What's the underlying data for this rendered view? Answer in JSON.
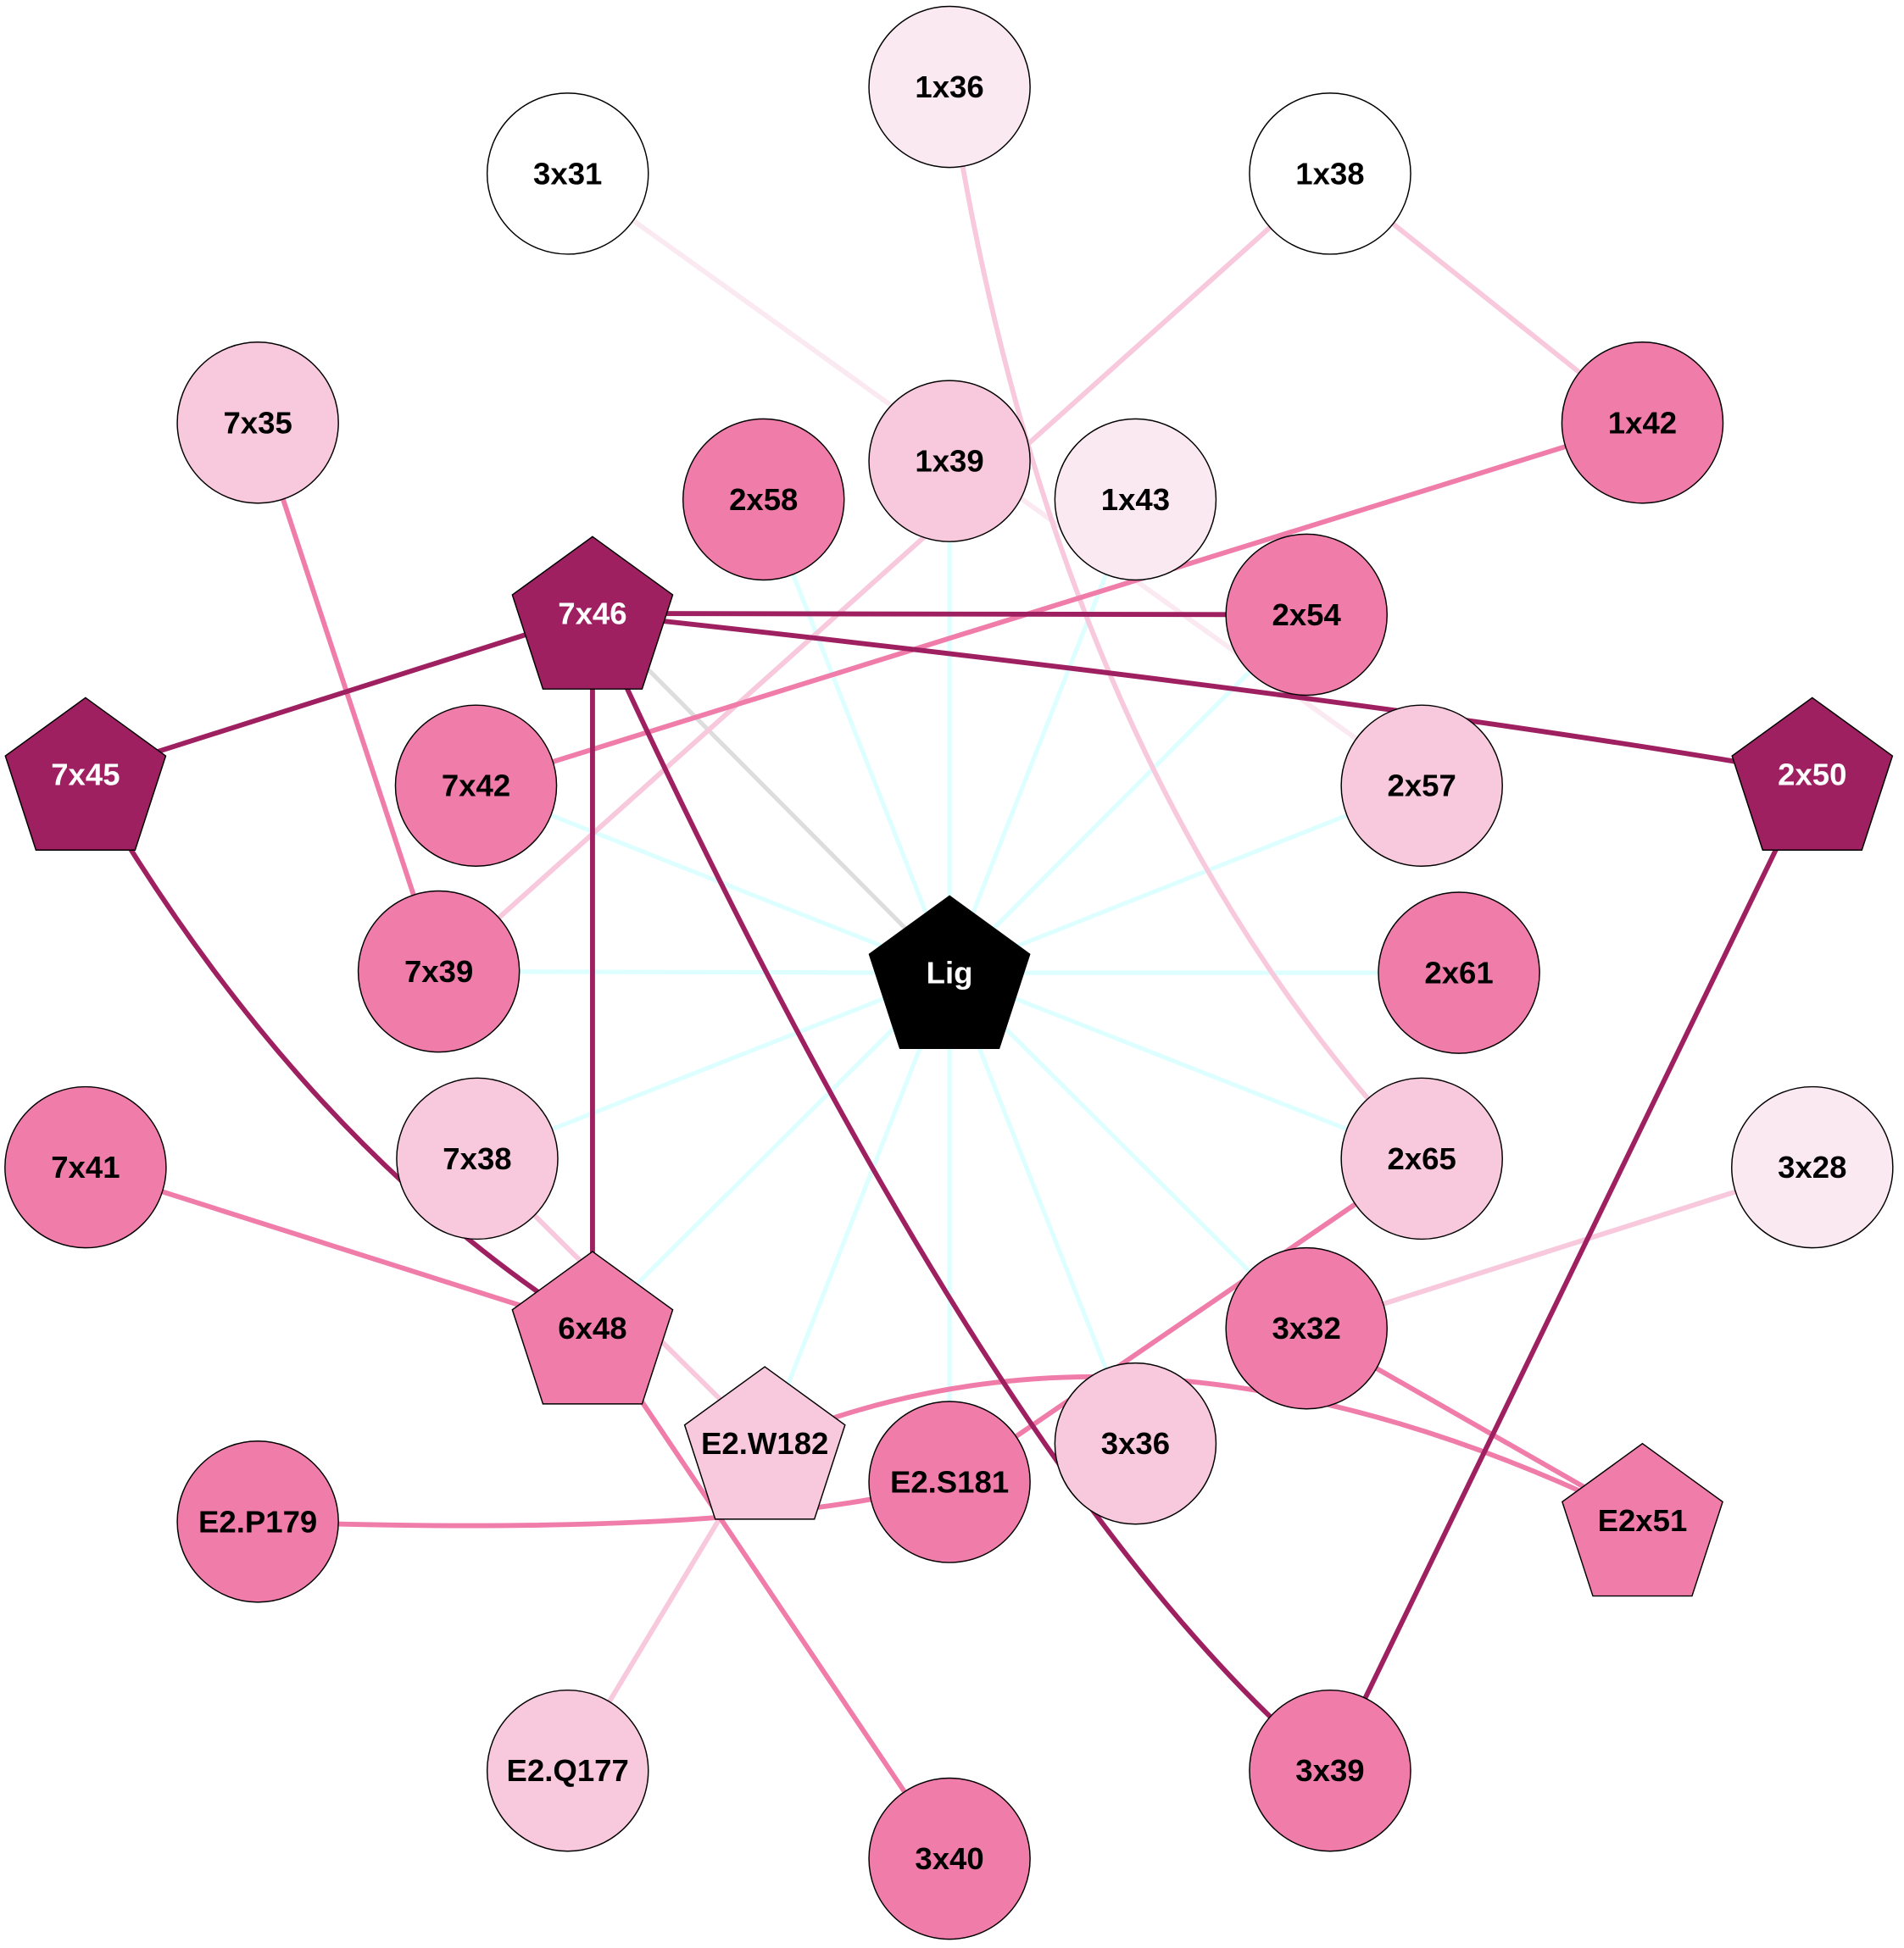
{
  "colors": {
    "dark": "#9e2060",
    "medium": "#f07caa",
    "light": "#f8c8dc",
    "pale": "#fbe9f2",
    "white": "#ffffff",
    "ligand": "#000000",
    "ligand_edge": "#ddffff",
    "gray_edge": "#dddddd"
  },
  "nodes": [
    {
      "id": "Lig",
      "shape": "pentagon",
      "tone": "ligand"
    },
    {
      "id": "1x36",
      "shape": "circle",
      "tone": "pale"
    },
    {
      "id": "3x31",
      "shape": "circle",
      "tone": "white"
    },
    {
      "id": "1x38",
      "shape": "circle",
      "tone": "white"
    },
    {
      "id": "7x35",
      "shape": "circle",
      "tone": "light"
    },
    {
      "id": "1x42",
      "shape": "circle",
      "tone": "medium"
    },
    {
      "id": "2x58",
      "shape": "circle",
      "tone": "medium"
    },
    {
      "id": "1x39",
      "shape": "circle",
      "tone": "light"
    },
    {
      "id": "1x43",
      "shape": "circle",
      "tone": "pale"
    },
    {
      "id": "7x46",
      "shape": "pentagon",
      "tone": "dark"
    },
    {
      "id": "2x54",
      "shape": "circle",
      "tone": "medium"
    },
    {
      "id": "7x45",
      "shape": "pentagon",
      "tone": "dark"
    },
    {
      "id": "7x42",
      "shape": "circle",
      "tone": "medium"
    },
    {
      "id": "2x57",
      "shape": "circle",
      "tone": "light"
    },
    {
      "id": "2x50",
      "shape": "pentagon",
      "tone": "dark"
    },
    {
      "id": "7x39",
      "shape": "circle",
      "tone": "medium"
    },
    {
      "id": "2x61",
      "shape": "circle",
      "tone": "medium"
    },
    {
      "id": "7x41",
      "shape": "circle",
      "tone": "medium"
    },
    {
      "id": "7x38",
      "shape": "circle",
      "tone": "light"
    },
    {
      "id": "2x65",
      "shape": "circle",
      "tone": "light"
    },
    {
      "id": "3x28",
      "shape": "circle",
      "tone": "pale"
    },
    {
      "id": "6x48",
      "shape": "pentagon",
      "tone": "medium"
    },
    {
      "id": "3x32",
      "shape": "circle",
      "tone": "medium"
    },
    {
      "id": "E2.W182",
      "shape": "pentagon",
      "tone": "light"
    },
    {
      "id": "3x36",
      "shape": "circle",
      "tone": "light"
    },
    {
      "id": "E2.S181",
      "shape": "circle",
      "tone": "medium"
    },
    {
      "id": "E2x51",
      "shape": "pentagon",
      "tone": "medium"
    },
    {
      "id": "E2.P179",
      "shape": "circle",
      "tone": "medium"
    },
    {
      "id": "E2.Q177",
      "shape": "circle",
      "tone": "light"
    },
    {
      "id": "3x39",
      "shape": "circle",
      "tone": "medium"
    },
    {
      "id": "3x40",
      "shape": "circle",
      "tone": "medium"
    }
  ],
  "edges": [
    [
      "Lig",
      "2x58",
      "ligand_edge"
    ],
    [
      "Lig",
      "1x39",
      "ligand_edge"
    ],
    [
      "Lig",
      "1x43",
      "ligand_edge"
    ],
    [
      "Lig",
      "2x54",
      "ligand_edge"
    ],
    [
      "Lig",
      "2x57",
      "ligand_edge"
    ],
    [
      "Lig",
      "2x61",
      "ligand_edge"
    ],
    [
      "Lig",
      "2x65",
      "ligand_edge"
    ],
    [
      "Lig",
      "3x32",
      "ligand_edge"
    ],
    [
      "Lig",
      "3x36",
      "ligand_edge"
    ],
    [
      "Lig",
      "E2.S181",
      "ligand_edge"
    ],
    [
      "Lig",
      "E2.W182",
      "ligand_edge"
    ],
    [
      "Lig",
      "6x48",
      "ligand_edge"
    ],
    [
      "Lig",
      "7x38",
      "ligand_edge"
    ],
    [
      "Lig",
      "7x39",
      "ligand_edge"
    ],
    [
      "Lig",
      "7x42",
      "ligand_edge"
    ],
    [
      "Lig",
      "7x46",
      "gray_edge"
    ],
    [
      "3x31",
      "2x57",
      "pale"
    ],
    [
      "1x38",
      "1x42",
      "light"
    ],
    [
      "1x38",
      "7x39",
      "light"
    ],
    [
      "1x36",
      "2x65",
      "light"
    ],
    [
      "3x28",
      "3x32",
      "light"
    ],
    [
      "7x38",
      "E2.W182",
      "light"
    ],
    [
      "E2.W182",
      "E2.Q177",
      "light"
    ],
    [
      "7x35",
      "7x39",
      "medium"
    ],
    [
      "7x42",
      "1x42",
      "medium"
    ],
    [
      "7x41",
      "6x48",
      "medium"
    ],
    [
      "6x48",
      "3x40",
      "medium"
    ],
    [
      "2x65",
      "E2.S181",
      "medium"
    ],
    [
      "E2.W182",
      "E2x51",
      "medium"
    ],
    [
      "3x32",
      "E2x51",
      "medium"
    ],
    [
      "E2.P179",
      "E2.S181",
      "medium"
    ],
    [
      "7x46",
      "2x54",
      "dark"
    ],
    [
      "7x46",
      "7x45",
      "dark"
    ],
    [
      "7x46",
      "2x50",
      "dark"
    ],
    [
      "7x46",
      "6x48",
      "dark"
    ],
    [
      "7x46",
      "3x39",
      "dark"
    ],
    [
      "7x45",
      "6x48",
      "dark"
    ],
    [
      "2x50",
      "3x39",
      "dark"
    ]
  ]
}
